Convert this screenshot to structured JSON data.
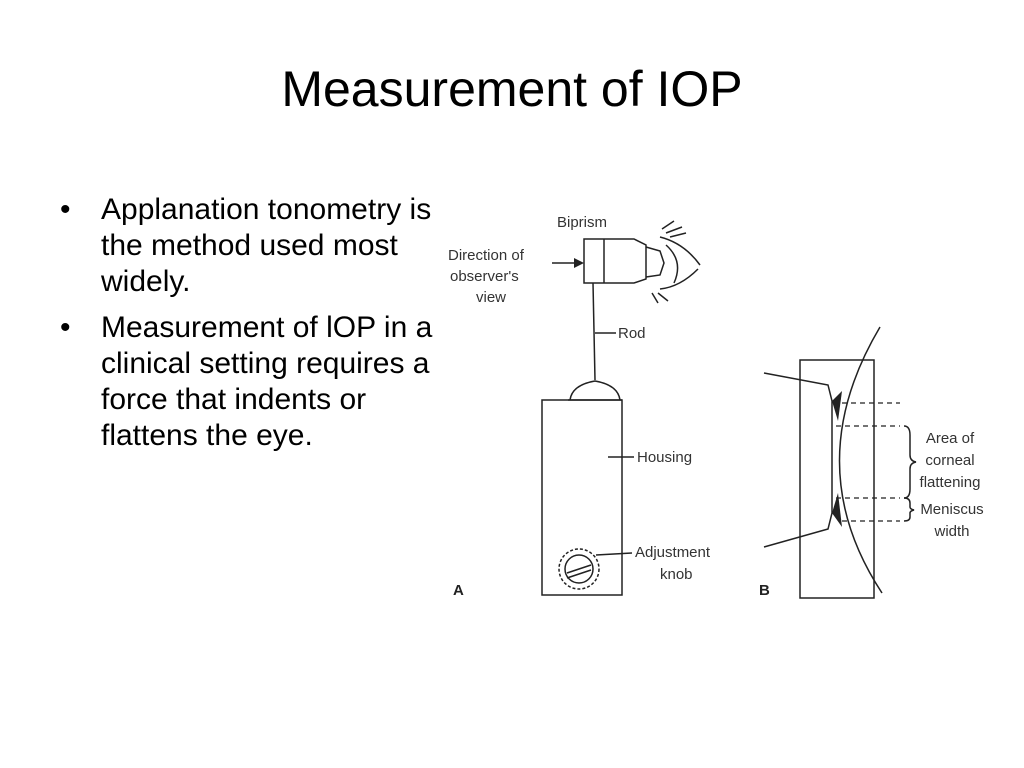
{
  "slide": {
    "title": "Measurement of IOP",
    "bullets": [
      "Applanation tonometry is the method used most widely.",
      "Measurement of lOP in a clinical setting requires a force that indents or flattens the eye."
    ]
  },
  "figure": {
    "panel_a": {
      "letter": "A",
      "labels": {
        "biprism": "Biprism",
        "direction": [
          "Direction of",
          "observer's",
          "view"
        ],
        "rod": "Rod",
        "housing": "Housing",
        "knob": [
          "Adjustment",
          "knob"
        ]
      }
    },
    "panel_b": {
      "letter": "B",
      "labels": {
        "area": [
          "Area of",
          "corneal",
          "flattening"
        ],
        "meniscus": [
          "Meniscus",
          "width"
        ]
      }
    }
  }
}
